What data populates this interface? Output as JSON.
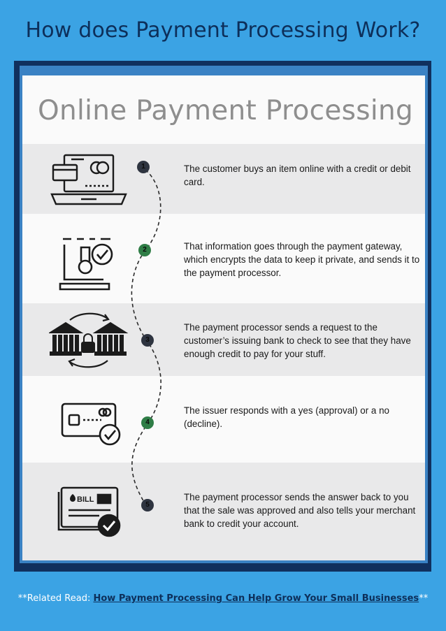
{
  "page_title": "How does Payment Processing Work?",
  "infographic_title": "Online Payment Processing",
  "steps": [
    {
      "number": "1",
      "text": "The customer buys an item online with a credit or debit card.",
      "icon": "laptop-card-icon"
    },
    {
      "number": "2",
      "text": "That information goes through the payment gateway, which encrypts the data to keep it private, and sends it to the payment processor.",
      "icon": "secure-device-check-icon"
    },
    {
      "number": "3",
      "text": "The payment processor sends a request to the customer’s issuing bank to check to see that they have enough credit to pay for your stuff.",
      "icon": "bank-transfer-lock-icon"
    },
    {
      "number": "4",
      "text": "The issuer responds with a yes (approval) or a no (decline).",
      "icon": "credit-card-check-icon"
    },
    {
      "number": "5",
      "text": "The payment processor sends the answer back to you that the sale was approved and also tells your merchant bank to credit your account.",
      "icon": "bill-check-icon"
    }
  ],
  "bill_label": "BILL",
  "footer": {
    "prefix": "**Related Read: ",
    "link_text": "How Payment Processing Can Help Grow Your Small Businesses",
    "suffix": "**"
  },
  "colors": {
    "background": "#3ba3e4",
    "frame": "#10305e",
    "title": "#0d2f5a",
    "step_number_dark": "#2e3440",
    "step_number_green": "#2f7d46"
  }
}
